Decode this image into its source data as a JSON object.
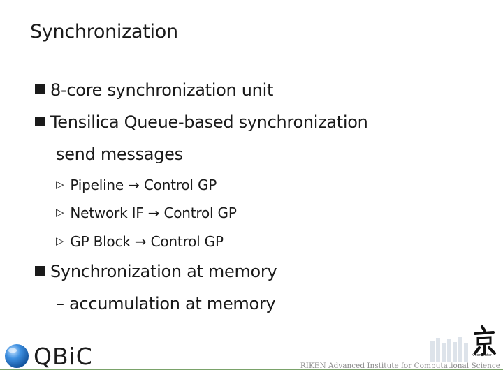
{
  "slide": {
    "title": "Synchronization",
    "bullets": [
      {
        "text": "8-core synchronization unit"
      },
      {
        "text": "Tensilica Queue-based synchronization",
        "continuation": "send messages",
        "subitems": [
          "Pipeline → Control GP",
          "Network IF → Control GP",
          "GP Block → Control GP"
        ]
      },
      {
        "text": "Synchronization at memory",
        "continuation": "– accumulation at memory"
      }
    ]
  },
  "footer": {
    "logo_text": "QBiC",
    "institute": "RIKEN Advanced Institute for Computational Science",
    "supercomputer_label": "K computer"
  },
  "colors": {
    "text": "#1a1a1a",
    "logo_blue": "#2f7fd0",
    "footer_line": "#7aa36a",
    "institute_text": "#8c8c8c"
  },
  "icons": {
    "bullet_level1": "square-bullet-icon",
    "bullet_level2": "triangle-bullet-icon",
    "logo": "qbic-sphere-icon",
    "riken": "k-computer-kanji-icon"
  }
}
